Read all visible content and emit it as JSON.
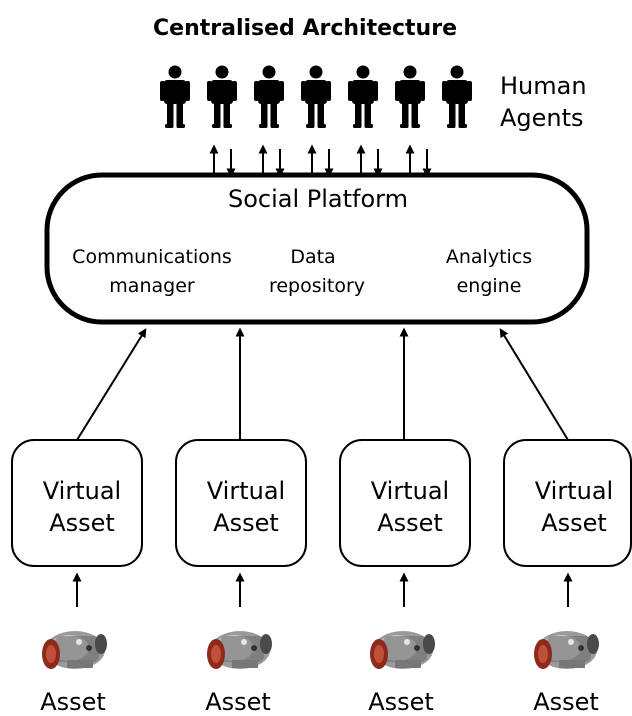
{
  "title": "Centralised Architecture",
  "human_agents_label": [
    "Human",
    "Agents"
  ],
  "platform": {
    "title": "Social Platform",
    "modules": [
      [
        "Communications",
        "manager"
      ],
      [
        "Data",
        "repository"
      ],
      [
        "Analytics",
        "engine"
      ]
    ]
  },
  "virtual_asset_label": [
    "Virtual",
    "Asset"
  ],
  "asset_label": "Asset",
  "icons": {
    "human": "person-icon",
    "asset": "turbine-engine-icon"
  }
}
